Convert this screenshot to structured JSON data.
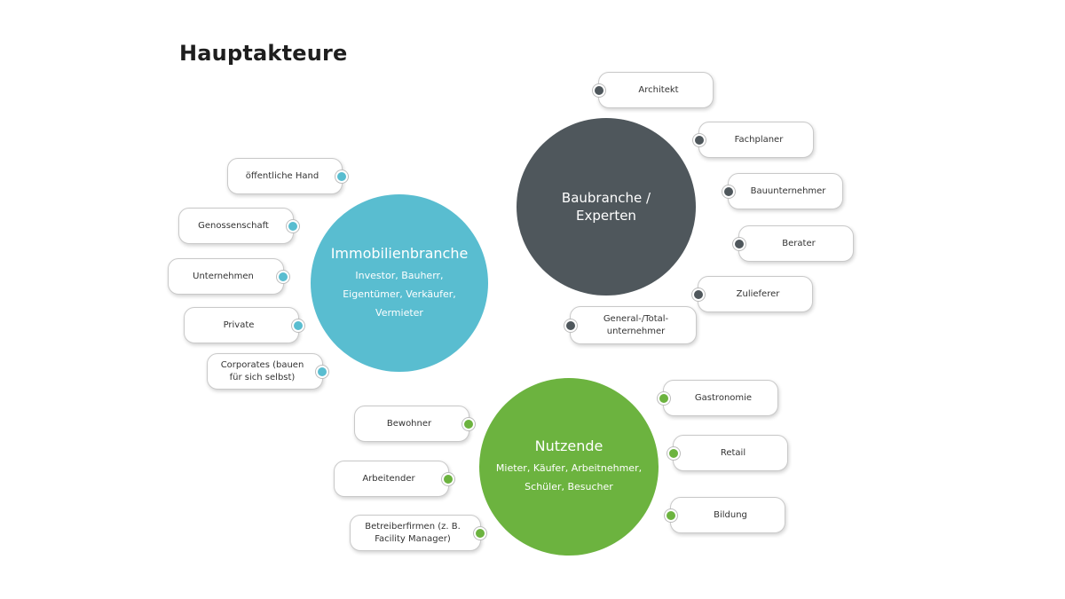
{
  "title": "Hauptakteure",
  "colors": {
    "immobilien": "#59bdd0",
    "bau": "#4f575c",
    "nutzende": "#6cb33f"
  },
  "groups": {
    "immobilien": {
      "title": "Immobilienbranche",
      "subtitle": "Investor, Bauherr, Eigentümer, Verkäufer, Vermieter",
      "items": [
        "öffentliche Hand",
        "Genossenschaft",
        "Unternehmen",
        "Private",
        "Corporates (bauen für sich selbst)"
      ]
    },
    "bau": {
      "title": "Baubranche / Experten",
      "items": [
        "Architekt",
        "Fachplaner",
        "Bauunternehmer",
        "Berater",
        "Zulieferer",
        "General-/Total- unternehmer"
      ]
    },
    "nutzende": {
      "title": "Nutzende",
      "subtitle": "Mieter, Käufer, Arbeitnehmer, Schüler, Besucher",
      "items": [
        "Bewohner",
        "Arbeitender",
        "Betreiberfirmen (z. B. Facility Manager)",
        "Gastronomie",
        "Retail",
        "Bildung"
      ]
    }
  }
}
